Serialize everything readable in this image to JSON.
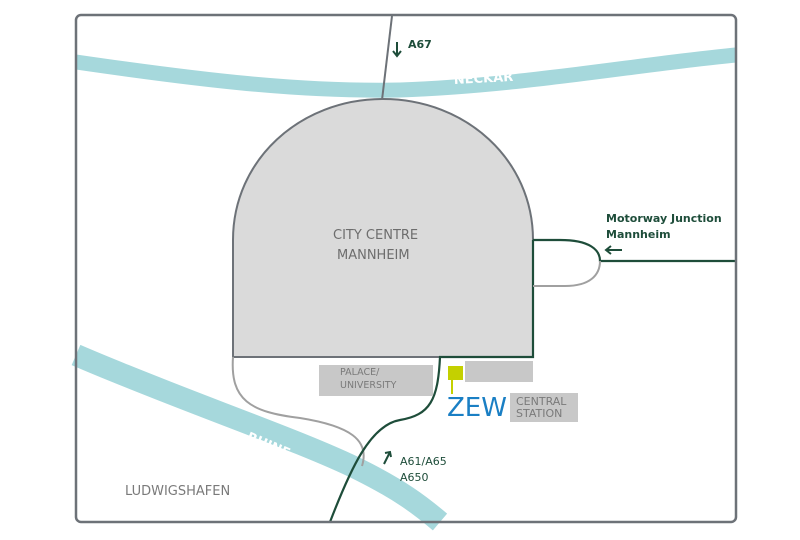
{
  "map": {
    "rivers": {
      "neckar": "NECKAR",
      "rhine": "RHINE"
    },
    "city_centre": {
      "line1": "CITY CENTRE",
      "line2": "MANNHEIM"
    },
    "places": {
      "palace_line1": "PALACE/",
      "palace_line2": "UNIVERSITY",
      "station_line1": "CENTRAL",
      "station_line2": "STATION",
      "ludwigshafen": "LUDWIGSHAFEN"
    },
    "roads": {
      "a67": "A67",
      "motorway_line1": "Motorway Junction",
      "motorway_line2": "Mannheim",
      "a61_line1": "A61/A65",
      "a61_line2": "A650"
    },
    "logo": "ZEW",
    "colors": {
      "river": "#a6d8dc",
      "city": "#dadada",
      "road_green": "#1e4d3a",
      "road_gray": "#a0a0a0",
      "frame": "#6d7278",
      "zew_blue": "#1a7fc4",
      "marker": "#c4d000"
    }
  }
}
